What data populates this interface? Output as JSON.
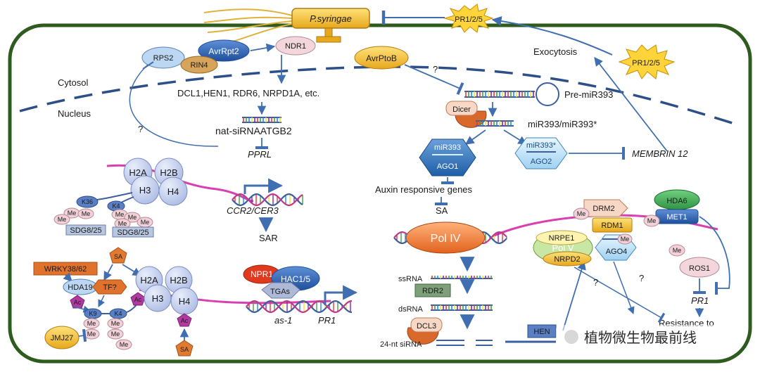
{
  "pathogen": "P.syringae",
  "pr_top": "PR1/2/5",
  "pr_right": "PR1/2/5",
  "exocytosis": "Exocytosis",
  "rps2": "RPS2",
  "avrrpt2": "AvrRpt2",
  "rin4": "RIN4",
  "ndr1": "NDR1",
  "avrptob": "AvrPtoB",
  "q1": "?",
  "q2": "?",
  "q3": "?",
  "q4": "?",
  "cytosol": "Cytosol",
  "nucleus": "Nucleus",
  "dcl_list": "DCL1,HEN1, RDR6, NRPD1A, etc.",
  "nat_sirna": "nat-siRNAATGB2",
  "pprl": "PPRL",
  "pre_mir": "Pre-miR393",
  "dicer": "Dicer",
  "mir_duplex": "miR393/miR393*",
  "ago1_mir": "miR393",
  "ago1": "AGO1",
  "ago2_mir": "miR393*",
  "ago2": "AGO2",
  "membrin": "MEMBRIN 12",
  "auxin": "Auxin responsive genes",
  "sa_mid": "SA",
  "h2a_top": "H2A",
  "h2b_top": "H2B",
  "h3_top": "H3",
  "h4_top": "H4",
  "k36": "K36",
  "k4_top": "K4",
  "me": "Me",
  "sdg_left": "SDG8/25",
  "sdg_right": "SDG8/25",
  "ccr2": "CCR2/CER3",
  "sar": "SAR",
  "sa_top": "SA",
  "sa_bottom": "SA",
  "wrky": "WRKY38/62",
  "hda19": "HDA19",
  "tf": "TF?",
  "ac": "Ac",
  "k9": "K9",
  "k4_bot": "K4",
  "h2a_bot": "H2A",
  "h2b_bot": "H2B",
  "h3_bot": "H3",
  "h4_bot": "H4",
  "jmj27": "JMJ27",
  "npr1": "NPR1",
  "hac": "HAC1/5",
  "tgas": "TGAs",
  "as1": "as-1",
  "pr1_gene": "PR1",
  "pol4": "Pol IV",
  "ssrna": "ssRNA",
  "rdr2": "RDR2",
  "dsrna": "dsRNA",
  "dcl3": "DCL3",
  "sirna24": "24-nt siRNA",
  "hen": "HEN",
  "drm2": "DRM2",
  "rdm1": "RDM1",
  "hda6": "HDA6",
  "met1": "MET1",
  "nrpe1": "NRPE1",
  "pol5": "Pol V",
  "nrpd2": "NRPD2",
  "ago4": "AGO4",
  "ros1": "ROS1",
  "pr1_right": "PR1",
  "resistance": "Resistance to",
  "watermark": "植物微生物最前线"
}
